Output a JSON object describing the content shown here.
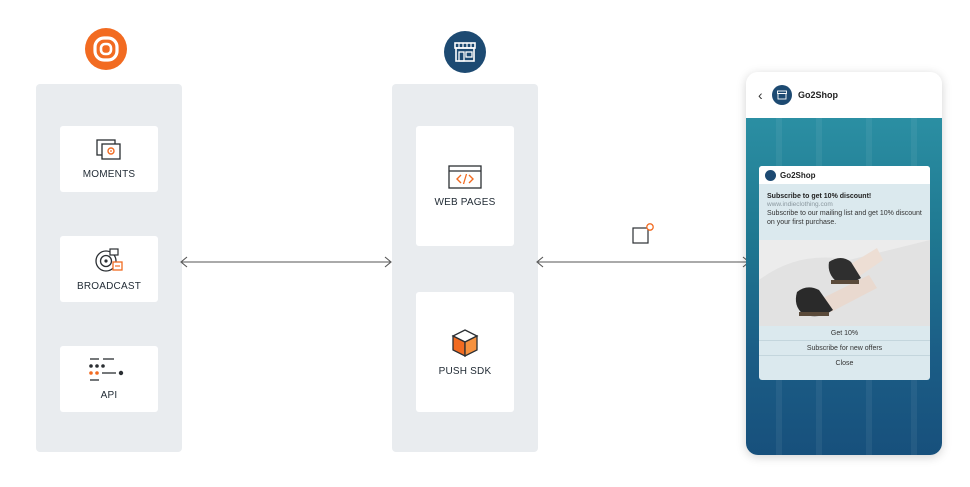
{
  "platform": {
    "logo": "infobip-logo-icon",
    "accent_color": "#f26b21",
    "cards": [
      {
        "label": "MOMENTS",
        "icon": "moments-icon"
      },
      {
        "label": "BROADCAST",
        "icon": "broadcast-icon"
      },
      {
        "label": "API",
        "icon": "api-icon"
      }
    ]
  },
  "store": {
    "logo": "storefront-icon",
    "brand_color": "#1d4a72",
    "cards": [
      {
        "label": "WEB PAGES",
        "icon": "code-window-icon"
      },
      {
        "label": "PUSH SDK",
        "icon": "cube-icon"
      }
    ]
  },
  "connectors": [
    {
      "from": "platform",
      "to": "store",
      "style": "bidirectional-arrow"
    },
    {
      "from": "store",
      "to": "phone",
      "style": "bidirectional-arrow",
      "badge_icon": "in-app-message-icon"
    }
  ],
  "phone": {
    "header": {
      "back_icon": "chevron-left-icon",
      "app_name": "Go2Shop"
    },
    "popup": {
      "brand": "Go2Shop",
      "title": "Subscribe to get 10% discount!",
      "url": "www.indieclothing.com",
      "text": "Subscribe to our mailing list and get 10% discount on your first purchase.",
      "actions": [
        "Get 10%",
        "Subscribe for new offers",
        "Close"
      ]
    }
  }
}
